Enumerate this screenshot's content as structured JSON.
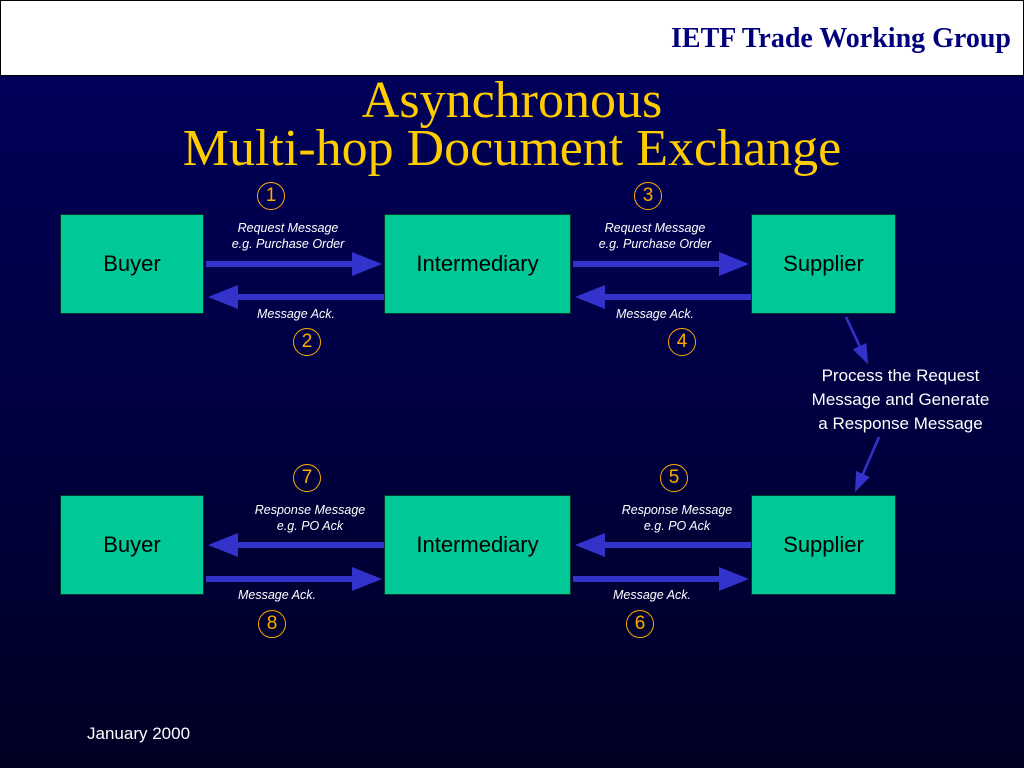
{
  "header": {
    "title": "IETF Trade Working Group"
  },
  "slide": {
    "title_line1": "Asynchronous",
    "title_line2": "Multi-hop Document Exchange"
  },
  "request_flow": {
    "buyer": "Buyer",
    "intermediary": "Intermediary",
    "supplier": "Supplier",
    "label_left_request": [
      "Request Message",
      "e.g. Purchase Order"
    ],
    "label_right_request": [
      "Request Message",
      "e.g. Purchase Order"
    ],
    "label_left_ack": "Message Ack.",
    "label_right_ack": "Message Ack."
  },
  "response_flow": {
    "buyer": "Buyer",
    "intermediary": "Intermediary",
    "supplier": "Supplier",
    "label_left_response": [
      "Response Message",
      "e.g. PO Ack"
    ],
    "label_right_response": [
      "Response Message",
      "e.g. PO Ack"
    ],
    "label_left_ack": "Message Ack.",
    "label_right_ack": "Message Ack."
  },
  "steps": [
    "1",
    "2",
    "3",
    "4",
    "5",
    "6",
    "7",
    "8"
  ],
  "process_note": [
    "Process the Request",
    "Message and Generate",
    "a Response Message"
  ],
  "footer": {
    "date": "January 2000"
  },
  "colors": {
    "node_fill": "#00c896",
    "arrow": "#3333cc",
    "step_circle": "#ffaa00",
    "title": "#ffcc00",
    "header_text": "#00007a"
  }
}
